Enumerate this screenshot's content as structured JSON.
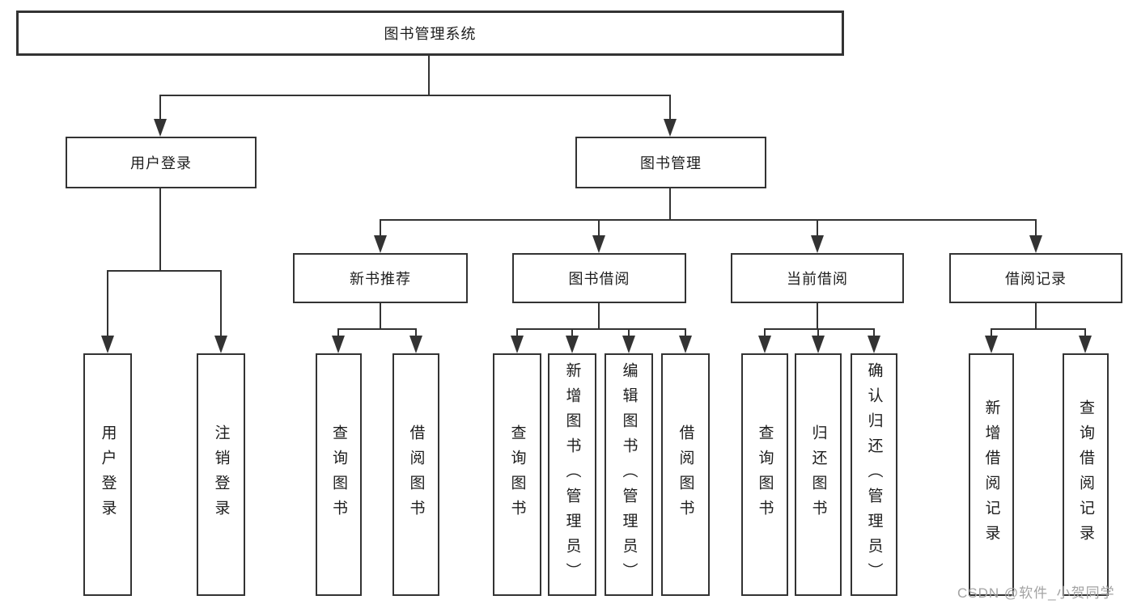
{
  "watermark": "CSDN @软件_小贺同学",
  "colors": {
    "line": "#333333",
    "text": "#1d1d1d",
    "watermark_gray": "#a3a3a3",
    "background": "#ffffff"
  },
  "tree": {
    "label": "图书管理系统",
    "children": [
      {
        "label": "用户登录",
        "children": [
          {
            "label": "用户登录"
          },
          {
            "label": "注销登录"
          }
        ]
      },
      {
        "label": "图书管理",
        "children": [
          {
            "label": "新书推荐",
            "children": [
              {
                "label": "查询图书"
              },
              {
                "label": "借阅图书"
              }
            ]
          },
          {
            "label": "图书借阅",
            "children": [
              {
                "label": "查询图书"
              },
              {
                "label": "新增图书（管理员）"
              },
              {
                "label": "编辑图书（管理员）"
              },
              {
                "label": "借阅图书"
              }
            ]
          },
          {
            "label": "当前借阅",
            "children": [
              {
                "label": "查询图书"
              },
              {
                "label": "归还图书"
              },
              {
                "label": "确认归还（管理员）"
              }
            ]
          },
          {
            "label": "借阅记录",
            "children": [
              {
                "label": "新增借阅记录"
              },
              {
                "label": "查询借阅记录"
              }
            ]
          }
        ]
      }
    ]
  }
}
